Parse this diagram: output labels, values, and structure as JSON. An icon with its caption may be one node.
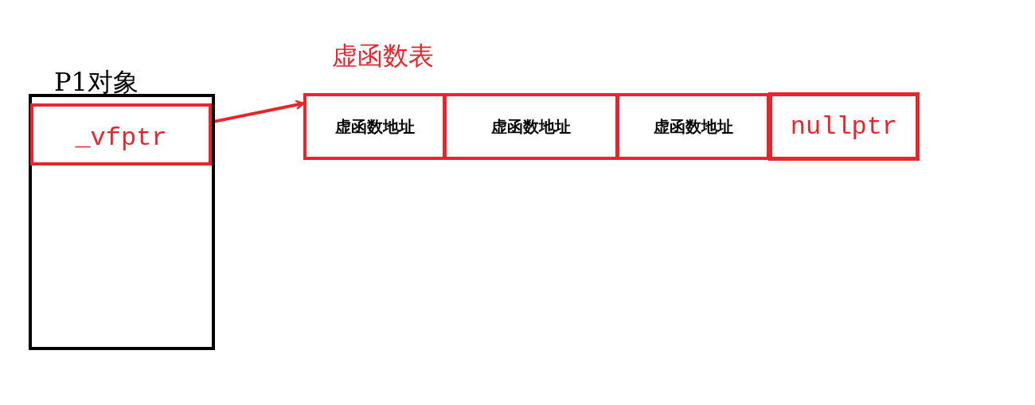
{
  "diagram": {
    "nodes": [
      {
        "text": [
          "P1对象"
        ]
      },
      {
        "text": [
          "_vfptr"
        ],
        "in": 0
      },
      {
        "text": [
          "虚函数表"
        ]
      },
      {
        "text": [
          "虚函数地址"
        ],
        "in": 2
      },
      {
        "text": [
          "虚函数地址"
        ],
        "in": 2
      },
      {
        "text": [
          "虚函数地址"
        ],
        "in": 2
      },
      {
        "text": [
          "nullptr"
        ],
        "in": 2
      }
    ],
    "edges": [
      {
        "from": 1,
        "to": 2,
        "arrow": "to"
      }
    ]
  }
}
